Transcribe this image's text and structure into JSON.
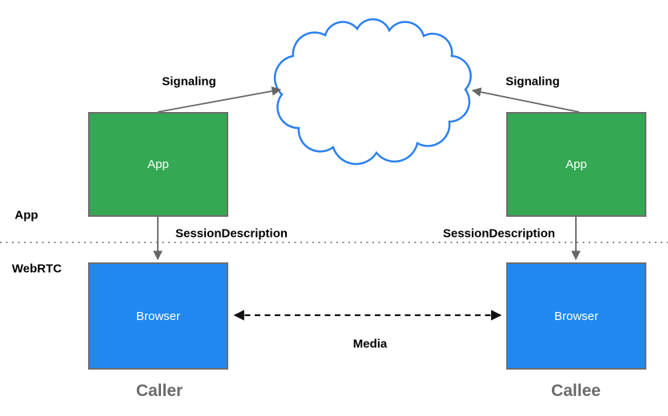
{
  "nodes": {
    "caller_app_label": "App",
    "callee_app_label": "App",
    "caller_browser_label": "Browser",
    "callee_browser_label": "Browser",
    "caller_role_label": "Caller",
    "callee_role_label": "Callee"
  },
  "labels": {
    "signaling_left": "Signaling",
    "signaling_right": "Signaling",
    "session_description_left": "SessionDescription",
    "session_description_right": "SessionDescription",
    "media": "Media",
    "layer_app": "App",
    "layer_webrtc": "WebRTC"
  },
  "icons": {
    "cloud": "internet-cloud-icon"
  },
  "colors": {
    "app_box_fill": "#34a853",
    "browser_box_fill": "#2188f2",
    "cloud_stroke": "#2b80ee",
    "box_border": "#6e6e6e",
    "box_text": "#ffffff",
    "label_text": "#000000",
    "role_text": "#6b6b6b",
    "solid_arrow": "#666666",
    "dashed_arrow": "#111111",
    "separator": "#8a8a8a"
  }
}
